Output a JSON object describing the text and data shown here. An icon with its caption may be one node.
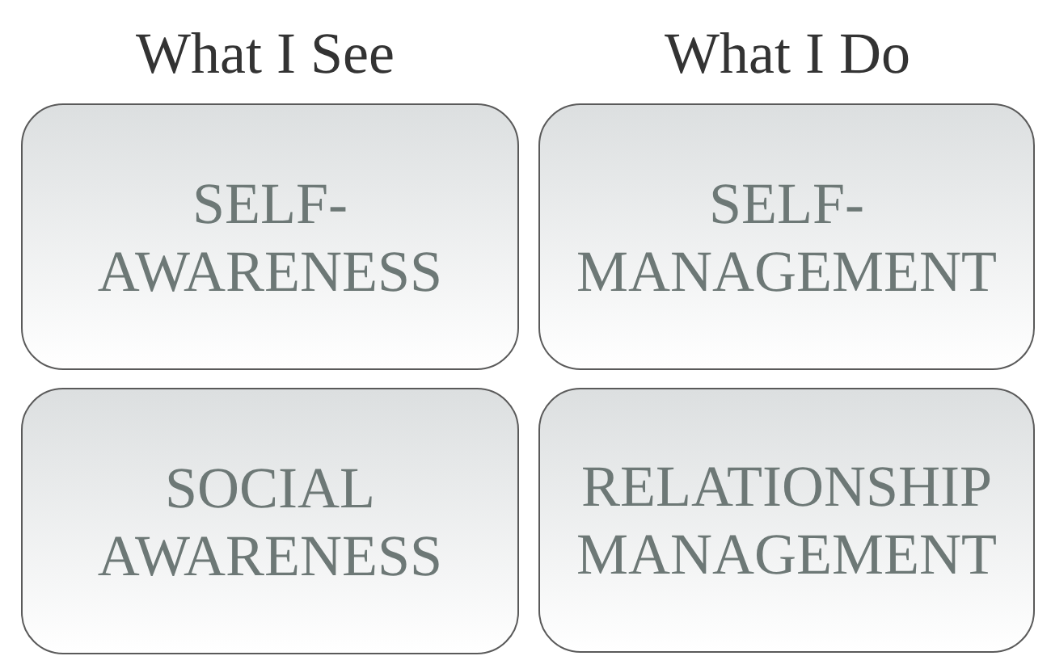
{
  "diagram": {
    "nodes": [
      {
        "text": [
          "SELF-AWARENESS"
        ]
      },
      {
        "text": [
          "SELF-MANAGEMENT"
        ]
      },
      {
        "text": [
          "SOCIAL AWARENESS"
        ]
      },
      {
        "text": [
          "RELATIONSHIP MANAGEMENT"
        ]
      }
    ],
    "labels": [
      "What I See",
      "What I Do"
    ]
  }
}
